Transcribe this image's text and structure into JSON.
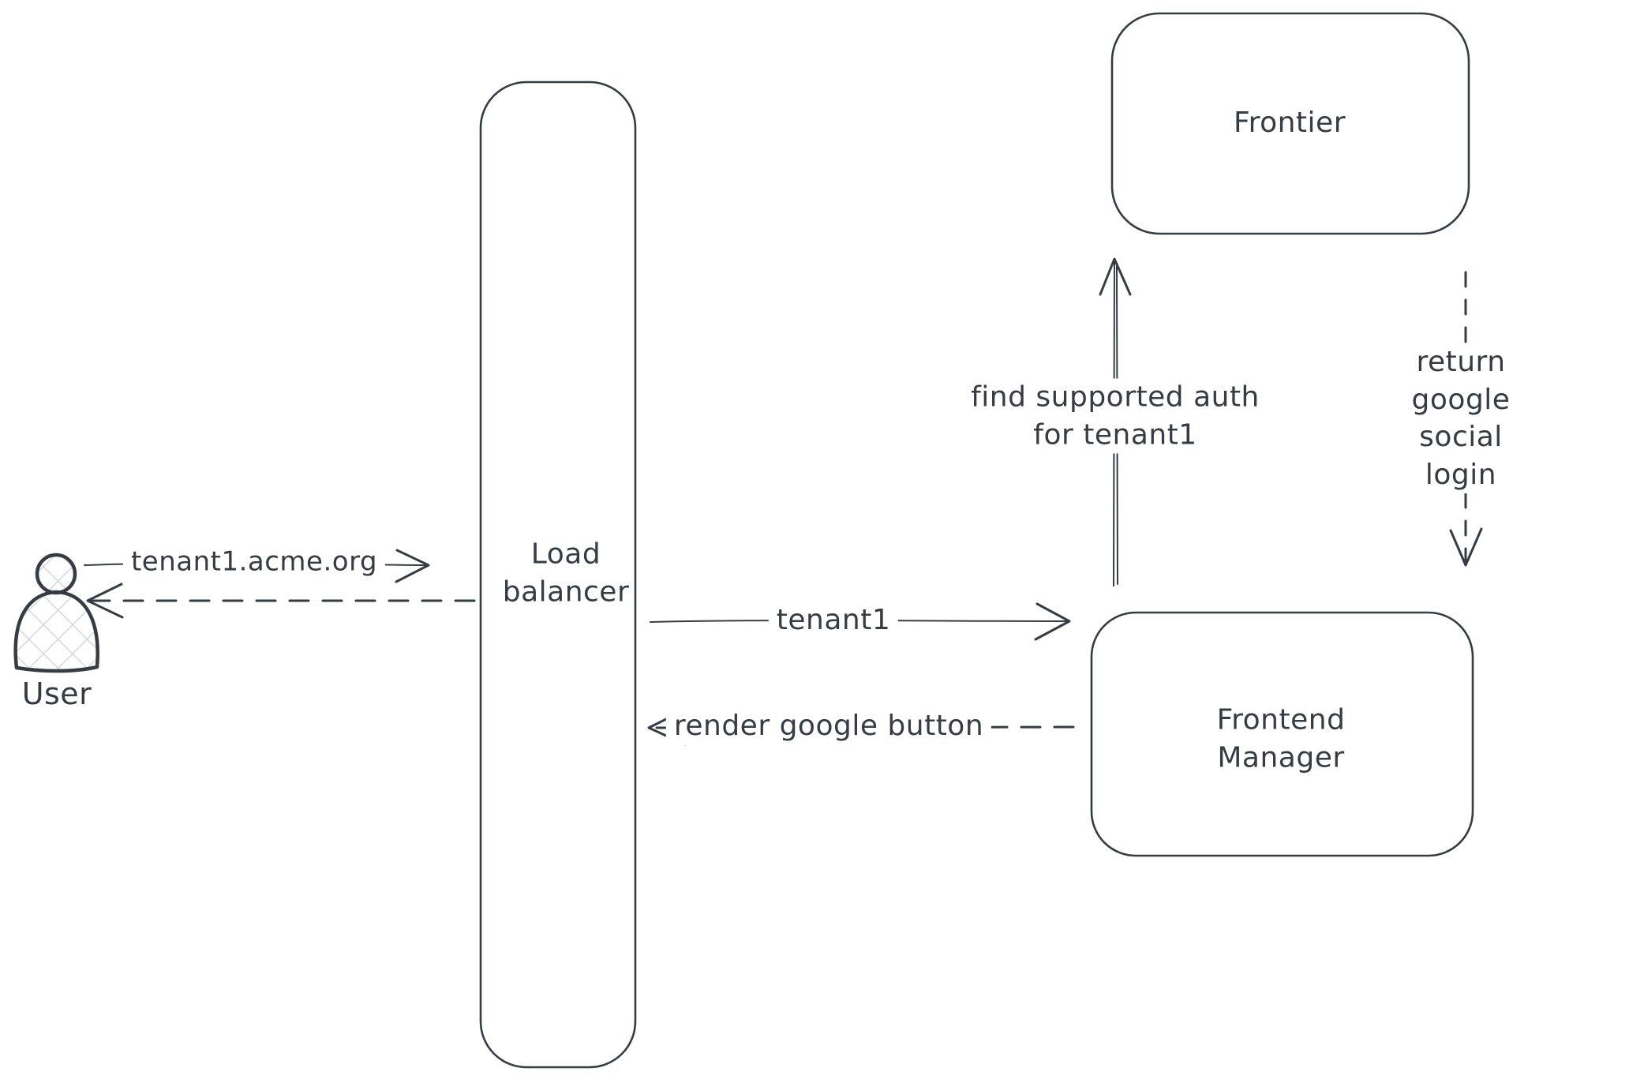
{
  "diagram": {
    "colors": {
      "stroke": "#363c43",
      "hatch": "#ccd3dc",
      "background": "#ffffff"
    },
    "nodes": {
      "user": {
        "label": "User",
        "icon": "person-icon"
      },
      "load_balancer": {
        "label": "Load\nbalancer"
      },
      "frontier": {
        "label": "Frontier"
      },
      "frontend_manager": {
        "label": "Frontend\nManager"
      }
    },
    "arrows": {
      "user_to_load_balancer": {
        "label": "tenant1.acme.org",
        "style": "solid",
        "direction": "right"
      },
      "load_balancer_to_user": {
        "label": "",
        "style": "dashed",
        "direction": "left"
      },
      "load_balancer_to_frontend_manager": {
        "label": "tenant1",
        "style": "solid",
        "direction": "right"
      },
      "frontend_manager_to_load_balancer": {
        "label": "render google button",
        "style": "dashed",
        "direction": "left"
      },
      "frontend_manager_to_frontier": {
        "label": "find supported auth\nfor tenant1",
        "style": "solid",
        "direction": "up"
      },
      "frontier_to_frontend_manager": {
        "label": "return google social\nlogin",
        "style": "dashed",
        "direction": "down"
      }
    }
  }
}
